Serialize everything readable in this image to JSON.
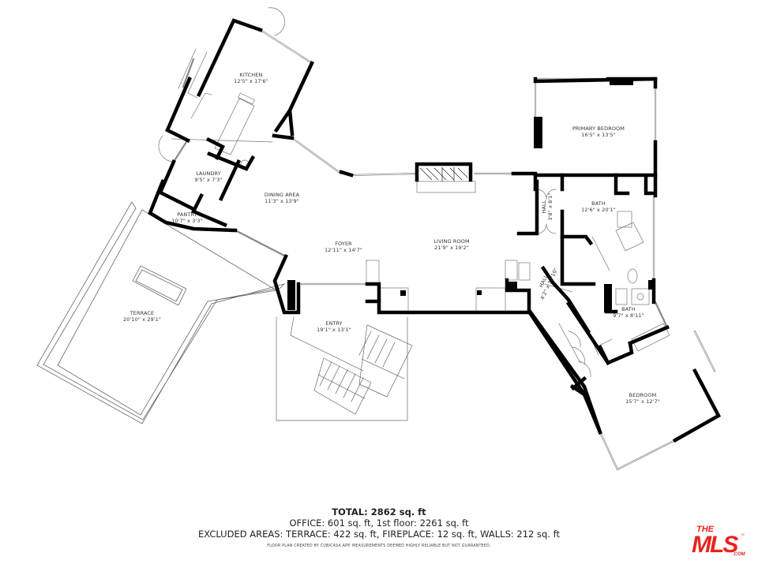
{
  "floor_plan": {
    "rooms": [
      {
        "id": "kitchen",
        "name": "KITCHEN",
        "dimensions": "12'5\" x 17'6\""
      },
      {
        "id": "laundry",
        "name": "LAUNDRY",
        "dimensions": "9'5\" x 7'3\""
      },
      {
        "id": "pantry",
        "name": "PANTRY",
        "dimensions": "10'7\" x 3'3\""
      },
      {
        "id": "dining",
        "name": "DINING AREA",
        "dimensions": "11'3\" x 13'9\""
      },
      {
        "id": "foyer",
        "name": "FOYER",
        "dimensions": "12'11\" x 14'7\""
      },
      {
        "id": "living",
        "name": "LIVING ROOM",
        "dimensions": "21'9\" x 19'2\""
      },
      {
        "id": "terrace",
        "name": "TERRACE",
        "dimensions": "20'10\" x 29'1\""
      },
      {
        "id": "entry",
        "name": "ENTRY",
        "dimensions": "19'1\" x 13'1\""
      },
      {
        "id": "primary_bedroom",
        "name": "PRIMARY BEDROOM",
        "dimensions": "16'5\" x 13'5\""
      },
      {
        "id": "hall1",
        "name": "HALL",
        "dimensions": "3'8\" x 8'1\""
      },
      {
        "id": "bath1",
        "name": "BATH",
        "dimensions": "12'6\" x 20'1\""
      },
      {
        "id": "hall2",
        "name": "HALL",
        "dimensions": "4'2\" x 12'10\""
      },
      {
        "id": "bath2",
        "name": "BATH",
        "dimensions": "9'7\" x 8'11\""
      },
      {
        "id": "bedroom",
        "name": "BEDROOM",
        "dimensions": "15'7\" x 12'7\""
      }
    ]
  },
  "summary": {
    "total": "TOTAL: 2862 sq. ft",
    "line1": "OFFICE: 601 sq. ft, 1st floor: 2261 sq. ft",
    "line2": "EXCLUDED AREAS: TERRACE: 422 sq. ft, FIREPLACE: 12 sq. ft, WALLS: 212 sq. ft",
    "disclaimer": "FLOOR PLAN CREATED BY CUBICASA APP. MEASUREMENTS DEEMED HIGHLY RELIABLE BUT NOT GUARANTEED."
  },
  "logo": {
    "top": "THE",
    "main": "MLS",
    "suffix": ".COM",
    "tm": "™",
    "color": "#e8231f"
  },
  "colors": {
    "wall": "#000000",
    "thin_line": "#555555",
    "window": "#888888",
    "background": "#ffffff"
  }
}
